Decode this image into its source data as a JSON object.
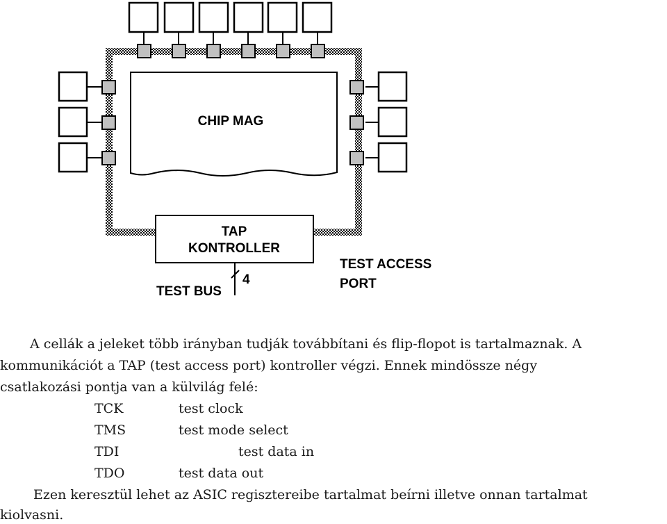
{
  "diagram": {
    "chip_label": "CHIP MAG",
    "tap_label_line1": "TAP",
    "tap_label_line2": "KONTROLLER",
    "bus_width": "4",
    "test_bus_label": "TEST BUS",
    "test_access_line1": "TEST ACCESS",
    "test_access_line2": "PORT"
  },
  "text": {
    "line1": "A cellák a jeleket több irányban tudják továbbítani és flip-flopot is tartalmaznak. A",
    "line2": "kommunikációt a TAP (test access port) kontroller végzi. Ennek mindössze négy",
    "line3": "csatlakozási pontja van a külvilág felé:",
    "signals": [
      {
        "name": "TCK",
        "desc": "test clock"
      },
      {
        "name": "TMS",
        "desc": "test mode select"
      },
      {
        "name": "TDI",
        "desc": "test data in"
      },
      {
        "name": "TDO",
        "desc": "test data out"
      }
    ],
    "closing_line1": "Ezen keresztül lehet az ASIC regisztereibe tartalmat beírni illetve onnan tartalmat",
    "closing_line2": "kiolvasni."
  }
}
